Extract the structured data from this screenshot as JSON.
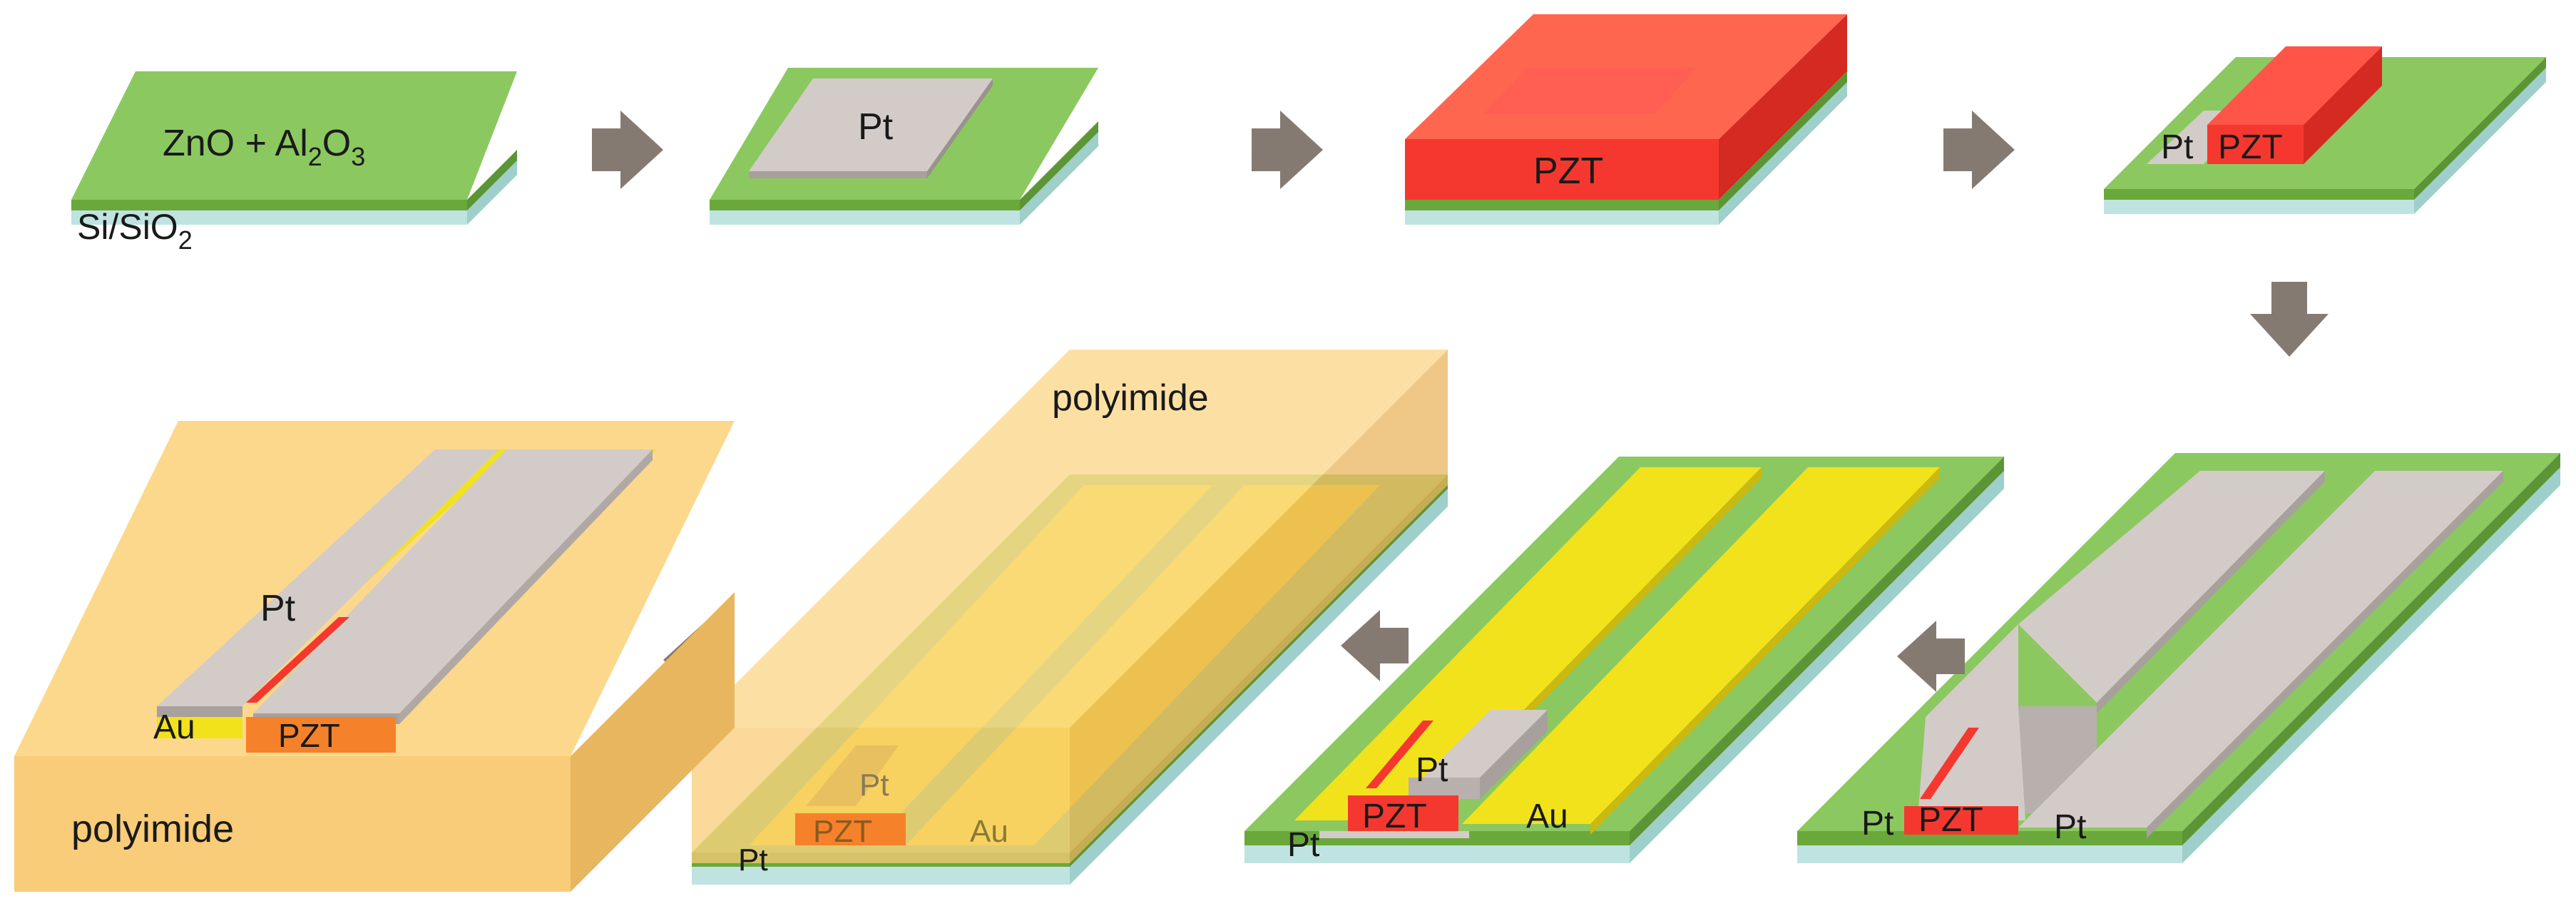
{
  "steps": [
    {
      "id": "step1",
      "labels": {
        "layer": "ZnO + Al",
        "layer_sub1": "2",
        "layer_mid": "O",
        "layer_sub2": "3",
        "substrate": "Si/SiO",
        "substrate_sub": "2"
      }
    },
    {
      "id": "step2",
      "labels": {
        "electrode": "Pt"
      }
    },
    {
      "id": "step3",
      "labels": {
        "film": "PZT"
      }
    },
    {
      "id": "step4",
      "labels": {
        "pt": "Pt",
        "pzt": "PZT"
      }
    },
    {
      "id": "step5",
      "labels": {
        "pzt": "PZT",
        "pt_left": "Pt",
        "pt_right": "Pt"
      }
    },
    {
      "id": "step6",
      "labels": {
        "pt_top": "Pt",
        "pzt": "PZT",
        "au": "Au",
        "pt_bottom": "Pt"
      }
    },
    {
      "id": "step7",
      "labels": {
        "polyimide": "polyimide",
        "pt_top": "Pt",
        "pzt": "PZT",
        "au": "Au",
        "pt_bottom": "Pt"
      }
    },
    {
      "id": "step8",
      "labels": {
        "pt": "Pt",
        "au": "Au",
        "pzt": "PZT",
        "polyimide": "polyimide"
      }
    }
  ],
  "colors": {
    "green_layer": "#8cc860",
    "green_side": "#6aa83c",
    "substrate": "#bfe3e0",
    "pt": "#d3cbc8",
    "pzt": "#f5382f",
    "au": "#f2e21c",
    "polyimide": "#f8cc78",
    "arrow": "#857a72"
  },
  "icons": {
    "arrow": "process-arrow-icon"
  }
}
